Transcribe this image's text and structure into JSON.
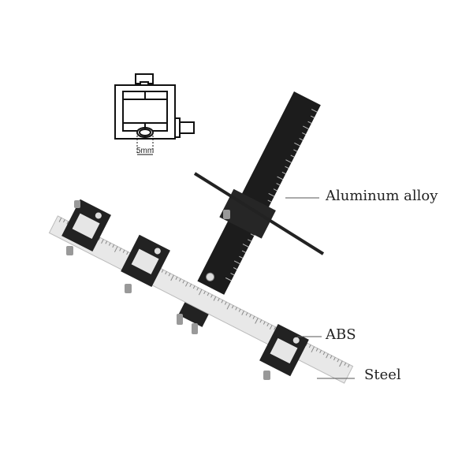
{
  "diagram": {
    "dimension_label": "5mm"
  },
  "callouts": [
    {
      "id": "aluminum",
      "label": "Aluminum alloy"
    },
    {
      "id": "abs",
      "label": "ABS"
    },
    {
      "id": "steel",
      "label": "Steel"
    }
  ],
  "colors": {
    "background": "#ffffff",
    "anodized_black": "#1c1c1c",
    "steel": "#e6e6e6",
    "leader": "#555555"
  }
}
